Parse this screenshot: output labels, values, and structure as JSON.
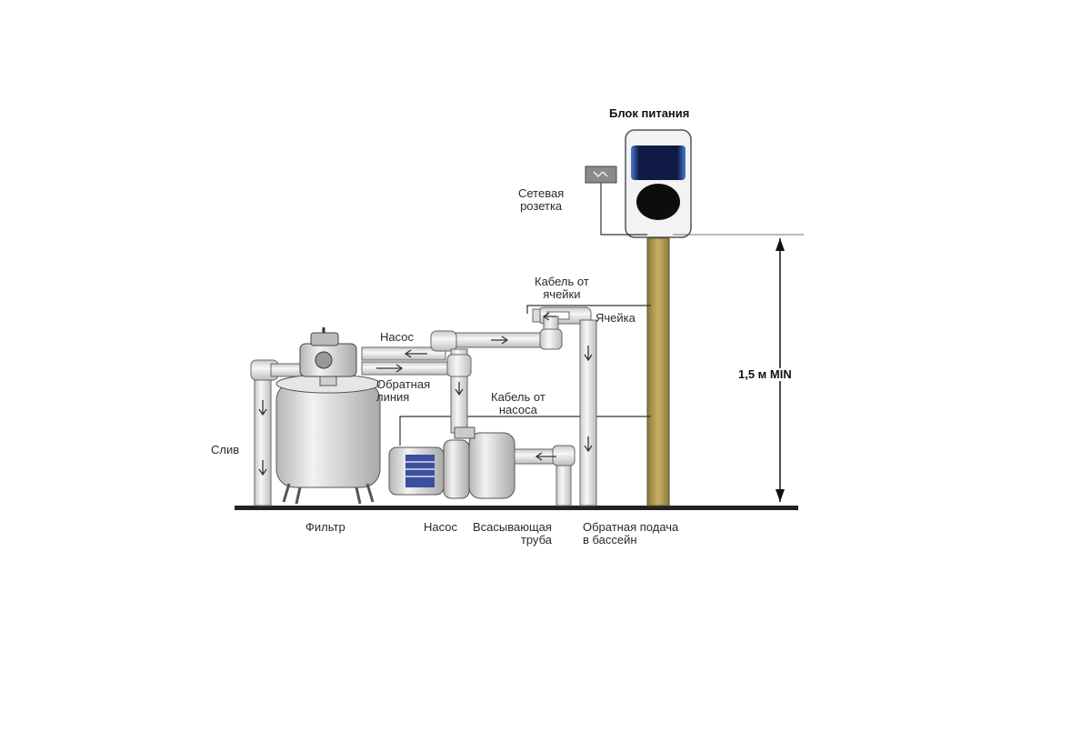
{
  "labels": {
    "power_unit": "Блок питания",
    "socket": [
      "Сетевая",
      "розетка"
    ],
    "cell_cable": [
      "Кабель от",
      "ячейки"
    ],
    "cell": "Ячейка",
    "pump_line": "Насос",
    "return_line": [
      "Обратная",
      "линия"
    ],
    "pump_cable": [
      "Кабель от",
      "насоса"
    ],
    "height": "1,5 м MIN",
    "drain": "Слив",
    "filter": "Фильтр",
    "pump": "Насос",
    "suction": [
      "Всасывающая",
      "труба"
    ],
    "pool_return": [
      "Обратная подача",
      "в бассейн"
    ]
  },
  "colors": {
    "pole": "#b8a05a",
    "pipe": "#ececec",
    "pipe_stroke": "#6a6a6a",
    "ground": "#222222",
    "screen": "#1a2a6a"
  }
}
